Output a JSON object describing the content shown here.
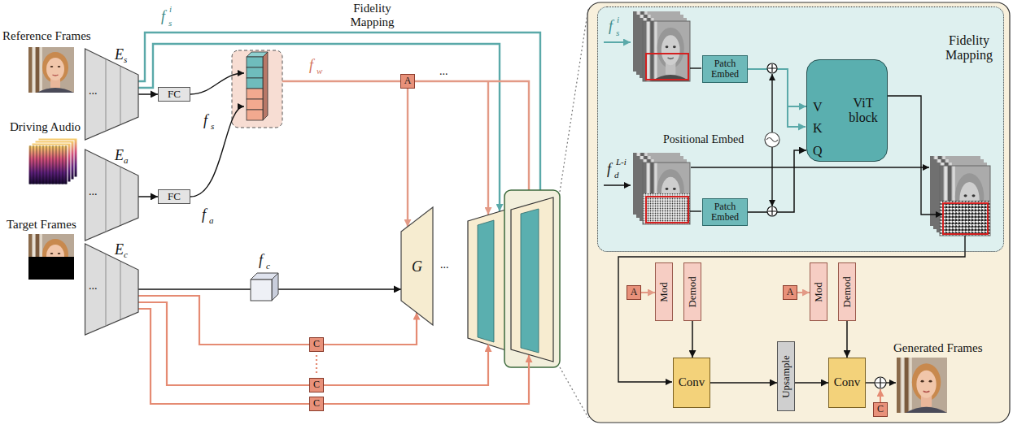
{
  "diagram": {
    "nodes": [
      {
        "text": [
          "...",
          "E",
          "s"
        ]
      },
      {
        "text": [
          "...",
          "E",
          "a"
        ]
      },
      {
        "text": [
          "...",
          "E",
          "c"
        ]
      },
      {
        "text": [
          "FC"
        ]
      },
      {
        "text": [
          "FC"
        ]
      },
      {
        "text": [
          "G"
        ]
      },
      {
        "text": [
          "A"
        ]
      },
      {
        "text": [
          "C"
        ]
      },
      {
        "text": [
          "C"
        ]
      },
      {
        "text": [
          "C"
        ]
      },
      {
        "text": [
          "Fidelity Mapping"
        ]
      },
      {
        "text": [
          "Patch Embed"
        ],
        "in": 10
      },
      {
        "text": [
          "Patch Embed"
        ],
        "in": 10
      },
      {
        "text": [
          "V",
          "K",
          "Q",
          "ViT block"
        ],
        "in": 10
      },
      {
        "text": [
          "A"
        ]
      },
      {
        "text": [
          "Mod"
        ]
      },
      {
        "text": [
          "Demod"
        ]
      },
      {
        "text": [
          "Conv"
        ]
      },
      {
        "text": [
          "Upsample"
        ]
      },
      {
        "text": [
          "A"
        ]
      },
      {
        "text": [
          "Mod"
        ]
      },
      {
        "text": [
          "Demod"
        ]
      },
      {
        "text": [
          "Conv"
        ]
      },
      {
        "text": [
          "C"
        ]
      }
    ],
    "edges": [
      {
        "from": 0,
        "to": 3,
        "arrow": "to"
      },
      {
        "from": 1,
        "to": 4,
        "arrow": "to"
      },
      {
        "from": 2,
        "to": 5,
        "arrow": "to"
      },
      {
        "from": 6,
        "to": 5,
        "arrow": "to"
      },
      {
        "from": 2,
        "to": 7,
        "arrow": "none"
      },
      {
        "from": 2,
        "to": 8,
        "arrow": "none"
      },
      {
        "from": 2,
        "to": 9,
        "arrow": "none"
      },
      {
        "from": 7,
        "to": 5,
        "arrow": "to"
      },
      {
        "from": 11,
        "to": 13,
        "arrow": "to"
      },
      {
        "from": 12,
        "to": 13,
        "arrow": "to"
      },
      {
        "from": 14,
        "to": 15,
        "arrow": "to"
      },
      {
        "from": 16,
        "to": 17,
        "arrow": "to"
      },
      {
        "from": 17,
        "to": 18,
        "arrow": "to"
      },
      {
        "from": 19,
        "to": 20,
        "arrow": "to"
      },
      {
        "from": 21,
        "to": 22,
        "arrow": "to"
      },
      {
        "from": 18,
        "to": 22,
        "arrow": "to"
      }
    ],
    "labels": [
      "Reference Frames",
      "Driving Audio",
      "Target Frames",
      "f",
      "s",
      "i",
      "Fidelity Mapping",
      "f",
      "s",
      "f",
      "a",
      "f",
      "w",
      "...",
      "...",
      "f",
      "c",
      "f",
      "s",
      "i",
      "Positional Embed",
      "f",
      "d",
      "L-i",
      "Generated Frames"
    ]
  }
}
